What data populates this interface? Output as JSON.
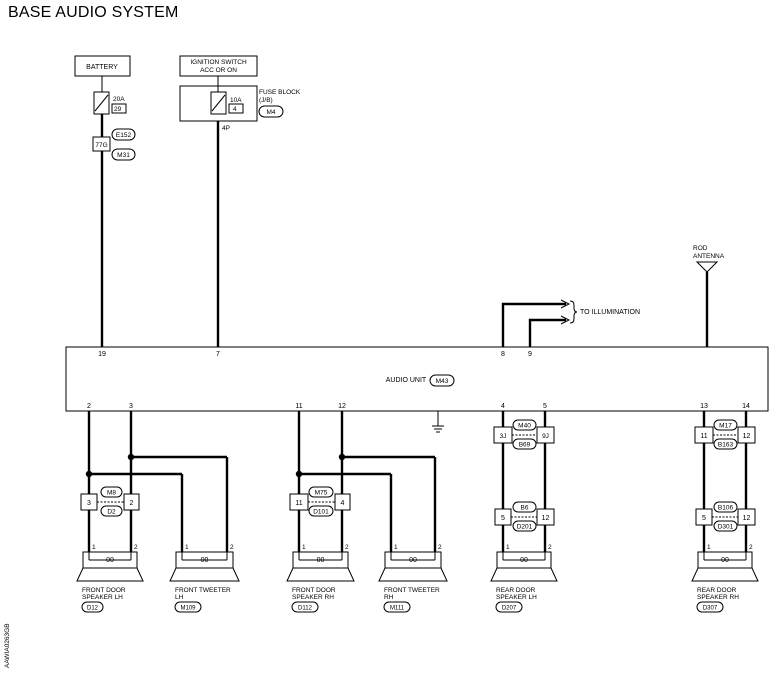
{
  "title": "BASE AUDIO SYSTEM",
  "sources": {
    "battery": "BATTERY",
    "ignition": [
      "IGNITION SWITCH",
      "ACC OR ON"
    ],
    "fuse_block": [
      "FUSE BLOCK",
      "(J/B)"
    ],
    "fuse_block_conn": "M4",
    "fuse_block_pin": "4P",
    "fuse_20a": [
      "20A",
      "29"
    ],
    "fuse_10a": [
      "10A",
      "4"
    ],
    "battery_conn_pin": "77G",
    "battery_conn_a": "E152",
    "battery_conn_b": "M31"
  },
  "audio_unit": {
    "label": "AUDIO UNIT",
    "connector": "M43",
    "top_pins": [
      "19",
      "7",
      "8",
      "9"
    ],
    "bottom_pins": [
      "2",
      "3",
      "11",
      "12",
      "4",
      "5",
      "13",
      "14"
    ]
  },
  "illumination": "TO ILLUMINATION",
  "antenna": [
    "ROD",
    "ANTENNA"
  ],
  "junctions": {
    "lh": {
      "pins": [
        "3",
        "2"
      ],
      "conns": [
        "M8",
        "D2"
      ]
    },
    "rh": {
      "pins": [
        "11",
        "4"
      ],
      "conns": [
        "M75",
        "D101"
      ]
    },
    "rear_lh_top": {
      "pins": [
        "3J",
        "9J"
      ],
      "conns": [
        "M40",
        "B69"
      ]
    },
    "rear_lh_bot": {
      "pins": [
        "5",
        "12"
      ],
      "conns": [
        "B6",
        "D201"
      ]
    },
    "rear_rh_top": {
      "pins": [
        "11",
        "12"
      ],
      "conns": [
        "M17",
        "B163"
      ]
    },
    "rear_rh_bot": {
      "pins": [
        "5",
        "12"
      ],
      "conns": [
        "B106",
        "D301"
      ]
    }
  },
  "speakers": [
    {
      "name": [
        "FRONT DOOR",
        "SPEAKER LH"
      ],
      "conn": "D12"
    },
    {
      "name": [
        "FRONT TWEETER",
        "LH"
      ],
      "conn": "M109"
    },
    {
      "name": [
        "FRONT DOOR",
        "SPEAKER RH"
      ],
      "conn": "D112"
    },
    {
      "name": [
        "FRONT TWEETER",
        "RH"
      ],
      "conn": "M111"
    },
    {
      "name": [
        "REAR DOOR",
        "SPEAKER LH"
      ],
      "conn": "D207"
    },
    {
      "name": [
        "REAR DOOR",
        "SPEAKER RH"
      ],
      "conn": "D307"
    }
  ],
  "speaker_pins": [
    "1",
    "2"
  ],
  "speaker_glyph": "00",
  "side_code": "AAWIA0263GB"
}
